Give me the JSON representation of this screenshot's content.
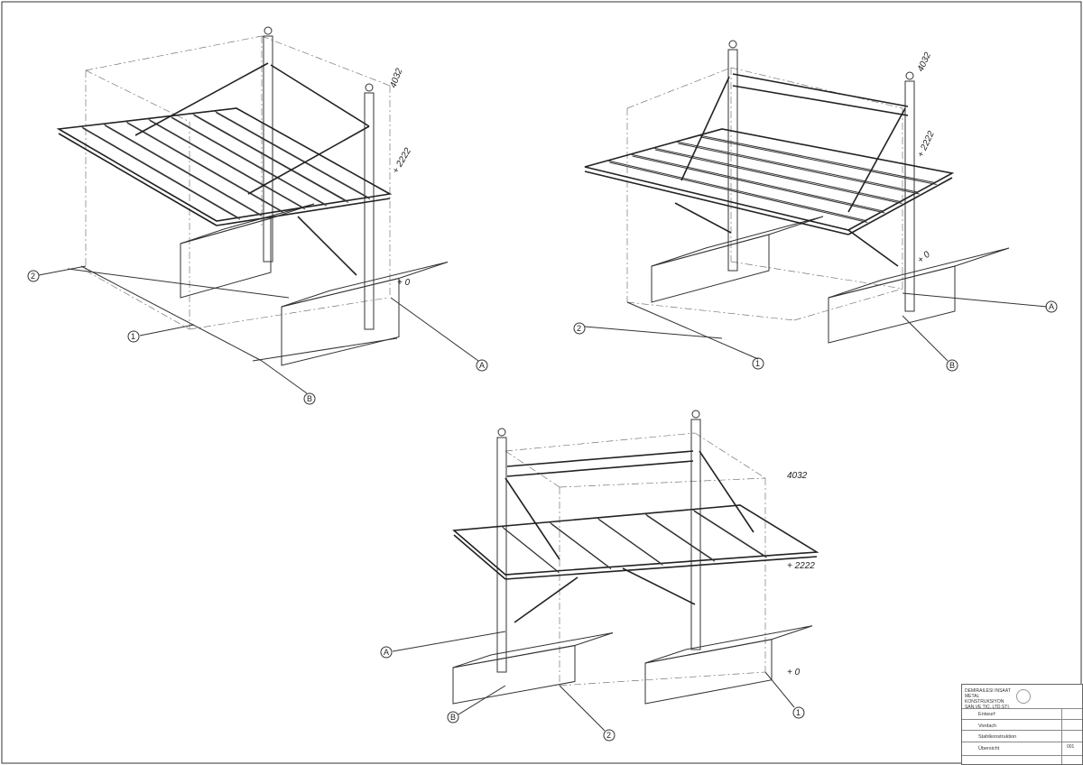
{
  "levels": {
    "top": "4032",
    "mid": "+ 2222",
    "ground": "+ 0"
  },
  "axes": {
    "a": "A",
    "b": "B",
    "one": "1",
    "two": "2"
  },
  "title_block": {
    "company": "DEMIRAILESI INSAAT METAL KONSTRUKSIYON SAN.VE TIC. LTD.STI.",
    "status": "Entwurf",
    "project": "Vordach",
    "subject": "Stahlkonstruktion",
    "drawing": "Übersicht",
    "sheet_no": "001"
  }
}
